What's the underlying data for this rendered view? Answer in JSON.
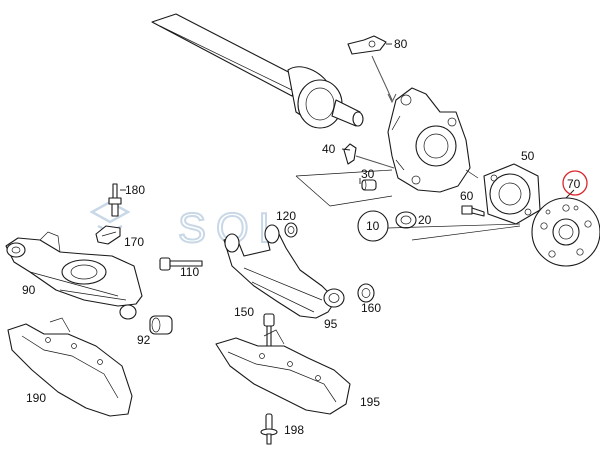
{
  "watermark": {
    "text": "SOL",
    "color": "#c9d8e6"
  },
  "highlight_color": "#d9262b",
  "parts": [
    {
      "id": "p80",
      "label": "80",
      "name": "bracket-clip"
    },
    {
      "id": "p40",
      "label": "40",
      "name": "hose-bracket"
    },
    {
      "id": "p30",
      "label": "30",
      "name": "knuckle-bushing"
    },
    {
      "id": "p10",
      "label": "10",
      "name": "steering-knuckle"
    },
    {
      "id": "p20",
      "label": "20",
      "name": "ball-joint-bushing"
    },
    {
      "id": "p50",
      "label": "50",
      "name": "wheel-bearing"
    },
    {
      "id": "p60",
      "label": "60",
      "name": "bearing-bolt"
    },
    {
      "id": "p70",
      "label": "70",
      "name": "wheel-hub",
      "highlighted": true
    },
    {
      "id": "p180",
      "label": "180",
      "name": "sensor-bolt"
    },
    {
      "id": "p170",
      "label": "170",
      "name": "sensor-bracket"
    },
    {
      "id": "p120",
      "label": "120",
      "name": "bushing-small"
    },
    {
      "id": "p110",
      "label": "110",
      "name": "arm-bolt"
    },
    {
      "id": "p90",
      "label": "90",
      "name": "lower-control-arm"
    },
    {
      "id": "p92",
      "label": "92",
      "name": "lower-arm-bushing"
    },
    {
      "id": "p150",
      "label": "150",
      "name": "link-bolt"
    },
    {
      "id": "p95",
      "label": "95",
      "name": "spring-link-arm"
    },
    {
      "id": "p160",
      "label": "160",
      "name": "link-bushing"
    },
    {
      "id": "p190",
      "label": "190",
      "name": "arm-cover-left"
    },
    {
      "id": "p195",
      "label": "195",
      "name": "arm-cover-right"
    },
    {
      "id": "p198",
      "label": "198",
      "name": "plastic-clip"
    }
  ]
}
